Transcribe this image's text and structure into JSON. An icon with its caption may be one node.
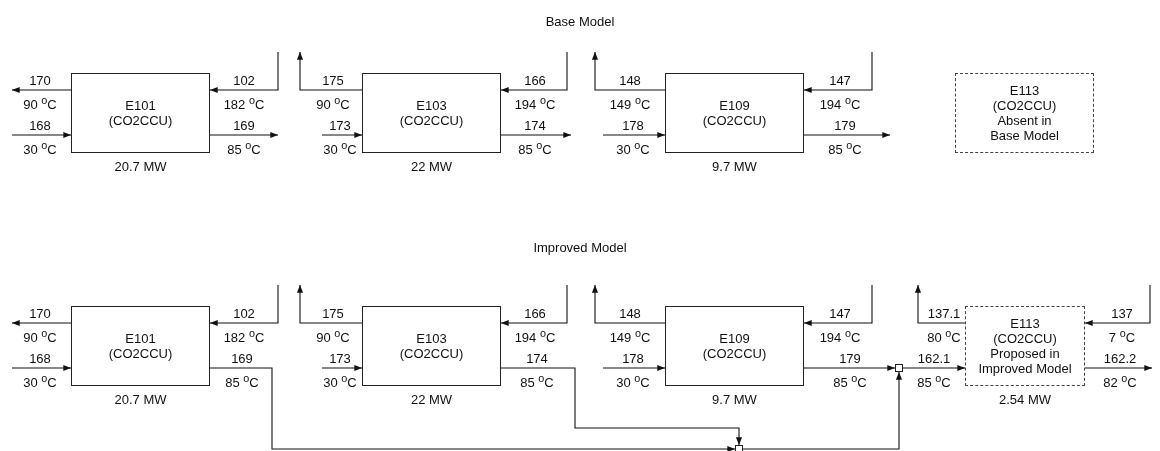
{
  "diagram": {
    "nodes": [
      {
        "text": [
          "E101",
          "(CO2CCU)"
        ],
        "beside": [
          "20.7 MW"
        ]
      },
      {
        "text": [
          "E103",
          "(CO2CCU)"
        ],
        "beside": [
          "22 MW"
        ]
      },
      {
        "text": [
          "E109",
          "(CO2CCU)"
        ],
        "beside": [
          "9.7 MW"
        ]
      },
      {
        "text": [
          "E113",
          "(CO2CCU)",
          "Absent in Base Model"
        ]
      },
      {
        "text": [
          "E101",
          "(CO2CCU)"
        ],
        "beside": [
          "20.7 MW"
        ]
      },
      {
        "text": [
          "E103",
          "(CO2CCU)"
        ],
        "beside": [
          "22 MW"
        ]
      },
      {
        "text": [
          "E109",
          "(CO2CCU)"
        ],
        "beside": [
          "9.7 MW"
        ]
      },
      {
        "text": [
          "E113",
          "(CO2CCU)",
          "Proposed in Improved Model"
        ],
        "beside": [
          "2.54 MW"
        ]
      },
      {
        "text": [],
        "shape": "box"
      },
      {
        "text": [],
        "shape": "box"
      }
    ],
    "edges": [
      {
        "from": 0,
        "to": null,
        "arrow": "to",
        "label": "170 90 $^{o}$C"
      },
      {
        "from": null,
        "to": 0,
        "arrow": "to",
        "label": "168 30 $^{o}$C"
      },
      {
        "from": null,
        "to": 0,
        "arrow": "to",
        "label": "102 182 $^{o}$C"
      },
      {
        "from": 0,
        "to": null,
        "arrow": "to",
        "label": "169 85 $^{o}$C"
      },
      {
        "from": 1,
        "to": null,
        "arrow": "to",
        "label": "175 90 $^{o}$C"
      },
      {
        "from": null,
        "to": 1,
        "arrow": "to",
        "label": "173 30 $^{o}$C"
      },
      {
        "from": null,
        "to": 1,
        "arrow": "to",
        "label": "166 194 $^{o}$C"
      },
      {
        "from": 1,
        "to": null,
        "arrow": "to",
        "label": "174 85 $^{o}$C"
      },
      {
        "from": 2,
        "to": null,
        "arrow": "to",
        "label": "148 149 $^{o}$C"
      },
      {
        "from": null,
        "to": 2,
        "arrow": "to",
        "label": "178 30 $^{o}$C"
      },
      {
        "from": null,
        "to": 2,
        "arrow": "to",
        "label": "147 194 $^{o}$C"
      },
      {
        "from": 2,
        "to": null,
        "arrow": "to",
        "label": "179 85 $^{o}$C"
      },
      {
        "from": 4,
        "to": null,
        "arrow": "to",
        "label": "170 90 $^{o}$C"
      },
      {
        "from": null,
        "to": 4,
        "arrow": "to",
        "label": "168 30 $^{o}$C"
      },
      {
        "from": null,
        "to": 4,
        "arrow": "to",
        "label": "102 182 $^{o}$C"
      },
      {
        "from": 4,
        "to": 9,
        "arrow": "to",
        "label": "169 85 $^{o}$C"
      },
      {
        "from": 5,
        "to": null,
        "arrow": "to",
        "label": "175 90 $^{o}$C"
      },
      {
        "from": null,
        "to": 5,
        "arrow": "to",
        "label": "173 30 $^{o}$C"
      },
      {
        "from": null,
        "to": 5,
        "arrow": "to",
        "label": "166 194 $^{o}$C"
      },
      {
        "from": 5,
        "to": 9,
        "arrow": "to",
        "label": "174 85 $^{o}$C"
      },
      {
        "from": 6,
        "to": null,
        "arrow": "to",
        "label": "148 149 $^{o}$C"
      },
      {
        "from": null,
        "to": 6,
        "arrow": "to",
        "label": "178 30 $^{o}$C"
      },
      {
        "from": null,
        "to": 6,
        "arrow": "to",
        "label": "147 194 $^{o}$C"
      },
      {
        "from": 6,
        "to": 8,
        "arrow": "to",
        "label": "179 85 $^{o}$C"
      },
      {
        "from": 9,
        "to": 8,
        "arrow": "to"
      },
      {
        "from": 8,
        "to": 7,
        "arrow": "to",
        "label": "162.1 85 $^{o}$C"
      },
      {
        "from": 7,
        "to": null,
        "arrow": "to",
        "label": "137.1 80 $^{o}$C"
      },
      {
        "from": null,
        "to": 7,
        "arrow": "to",
        "label": "137 7 $^{o}$C"
      },
      {
        "from": 7,
        "to": null,
        "arrow": "to",
        "label": "162.2 82 $^{o}$C"
      }
    ],
    "labels": [
      "Base Model",
      "Improved Model"
    ]
  }
}
